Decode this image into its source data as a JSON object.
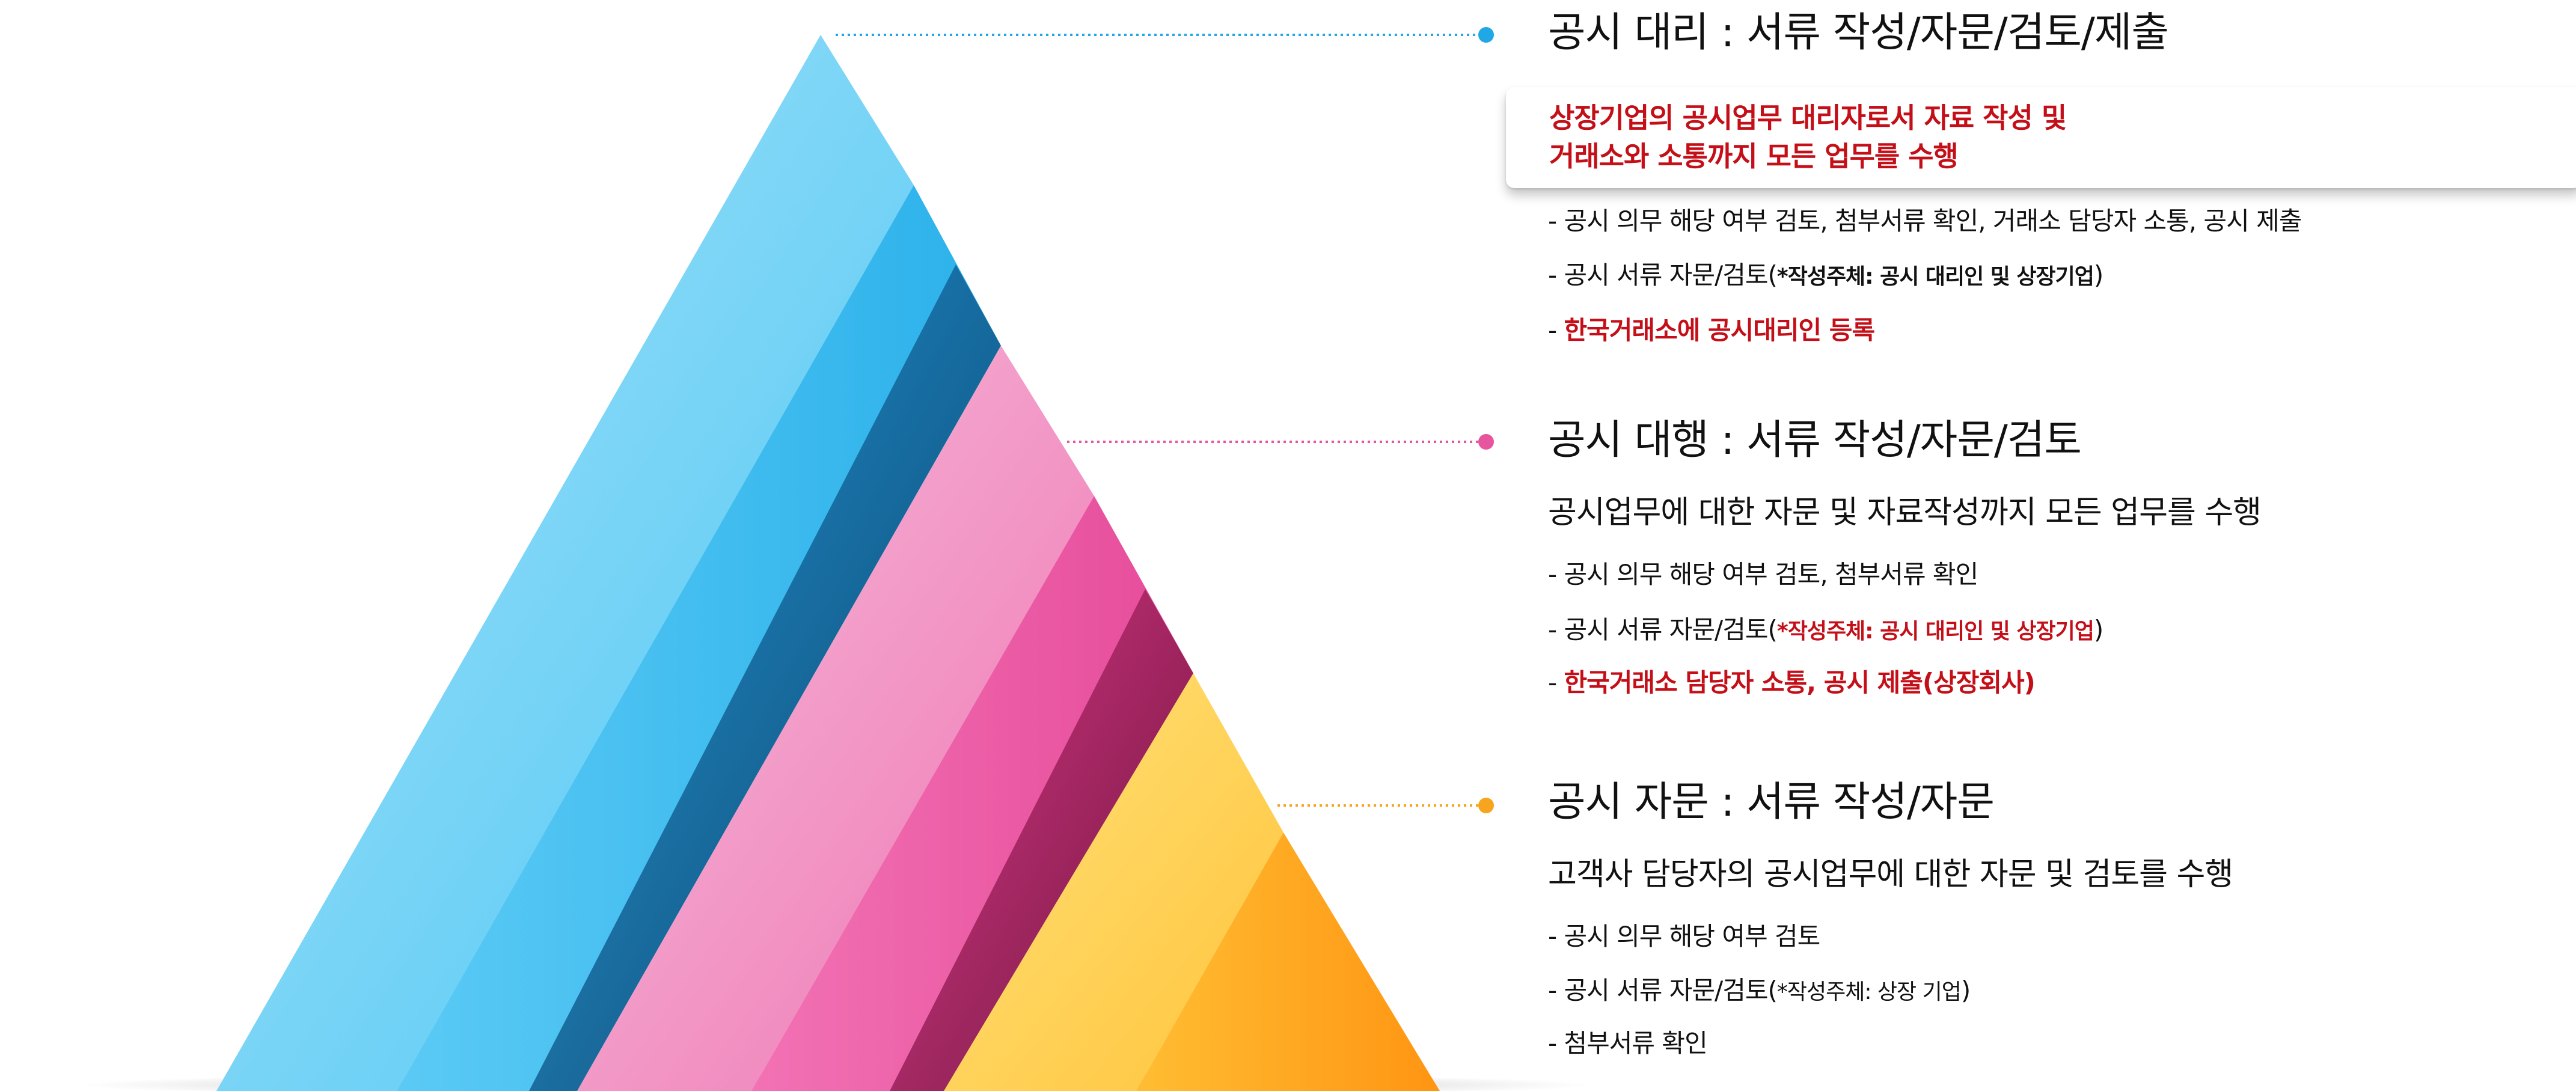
{
  "diagram": {
    "levels": [
      {
        "id": "agency",
        "title": "공시 대리 : 서류 작성/자문/검토/제출",
        "summary_lines": [
          "상장기업의 공시업무 대리자로서 자료 작성 및",
          "거래소와 소통까지 모든 업무를 수행"
        ],
        "bullets": [
          {
            "prefix": "- ",
            "text": "공시 의무 해당 여부 검토, 첨부서류 확인, 거래소 담당자 소통, 공시 제출",
            "style": "normal"
          },
          {
            "prefix": "- ",
            "text": "공시 서류 자문/검토(",
            "style": "normal",
            "small": "*작성주체: 공시 대리인 및 상장기업",
            "suffix": ")"
          },
          {
            "prefix": "- ",
            "text": "한국거래소에 공시대리인 등록",
            "style": "red"
          }
        ],
        "accent": "#1fa7e6"
      },
      {
        "id": "substitute",
        "title": "공시 대행 : 서류 작성/자문/검토",
        "summary": "공시업무에 대한 자문 및 자료작성까지 모든 업무를 수행",
        "bullets": [
          {
            "prefix": "- ",
            "text": "공시 의무 해당 여부 검토, 첨부서류 확인",
            "style": "normal"
          },
          {
            "prefix": "- ",
            "text": "공시 서류 자문/검토(",
            "style": "normal",
            "small_red": "*작성주체: 공시 대리인 및 상장기업",
            "suffix": ")"
          },
          {
            "prefix": "- ",
            "text": "한국거래소 담당자 소통, 공시 제출(상장회사)",
            "style": "red"
          }
        ],
        "accent": "#e8559f"
      },
      {
        "id": "advisory",
        "title": "공시 자문 : 서류 작성/자문",
        "summary": "고객사 담당자의 공시업무에 대한 자문 및 검토를 수행",
        "bullets": [
          {
            "prefix": "- ",
            "text": "공시 의무 해당 여부 검토",
            "style": "normal"
          },
          {
            "prefix": "- ",
            "text": "공시 서류 자문/검토(",
            "style": "normal",
            "small_plain": "*작성주체: 상장 기업",
            "suffix": ")"
          },
          {
            "prefix": "- ",
            "text": "첨부서류 확인",
            "style": "normal"
          }
        ],
        "accent": "#f7a51f"
      }
    ],
    "colors": {
      "blue_light": "#8fd8f8",
      "blue_mid": "#48c3f3",
      "blue_dark": "#0e4f82",
      "pink_light": "#f5a8cf",
      "pink_mid": "#ec5aa5",
      "pink_dark": "#7e1140",
      "yellow_light": "#ffd75d",
      "orange": "#ffaa1c",
      "red_text": "#c40f18"
    }
  }
}
